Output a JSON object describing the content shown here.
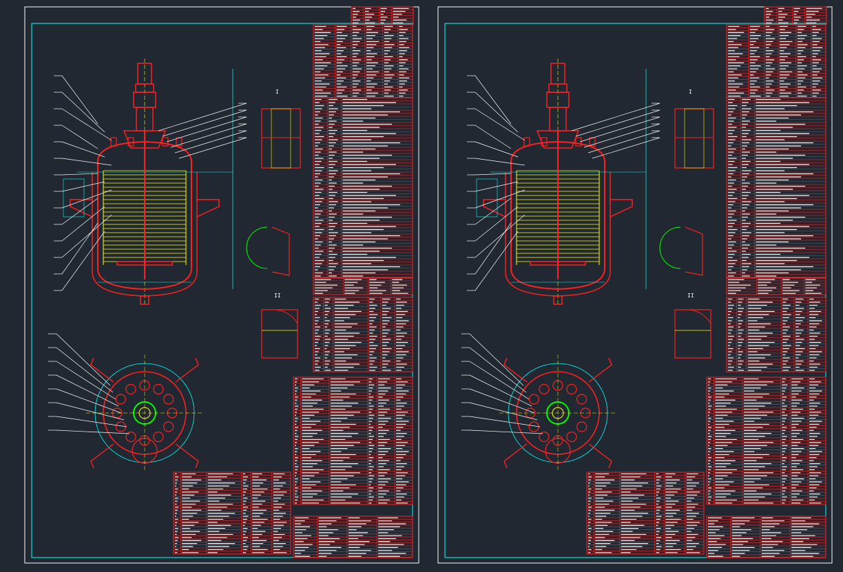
{
  "viewer": {
    "background": "#222831",
    "colors": {
      "frame": "#ffffff",
      "border": "#00ffff",
      "vessel": "#ff2020",
      "internal": "#ffff00",
      "dim": "#00ffff",
      "tableLine": "#ff2020",
      "tableText": "#ffffff",
      "nozzle": "#ff8000",
      "agitator": "#00ff00"
    }
  },
  "sheets": [
    {
      "id": "sheet-left",
      "detail_labels": [
        "I",
        "II"
      ],
      "balloon_count_left": 14,
      "balloon_count_right": 6
    },
    {
      "id": "sheet-right",
      "detail_labels": [
        "I",
        "II"
      ],
      "balloon_count_left": 14,
      "balloon_count_right": 6
    }
  ]
}
